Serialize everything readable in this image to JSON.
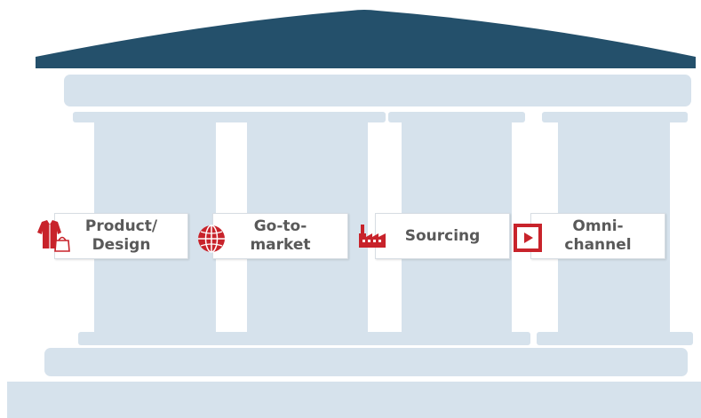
{
  "colors": {
    "roof": "#24506b",
    "stone": "#d6e2ec",
    "accent": "#c8232b",
    "label_text": "#595959"
  },
  "pillars": [
    {
      "icon": "clothing-icon",
      "line1": "Product/",
      "line2": "Design"
    },
    {
      "icon": "globe-icon",
      "line1": "Go-to-",
      "line2": "market"
    },
    {
      "icon": "factory-icon",
      "line1": "Sourcing",
      "line2": ""
    },
    {
      "icon": "play-icon",
      "line1": "Omni-",
      "line2": "channel"
    }
  ]
}
